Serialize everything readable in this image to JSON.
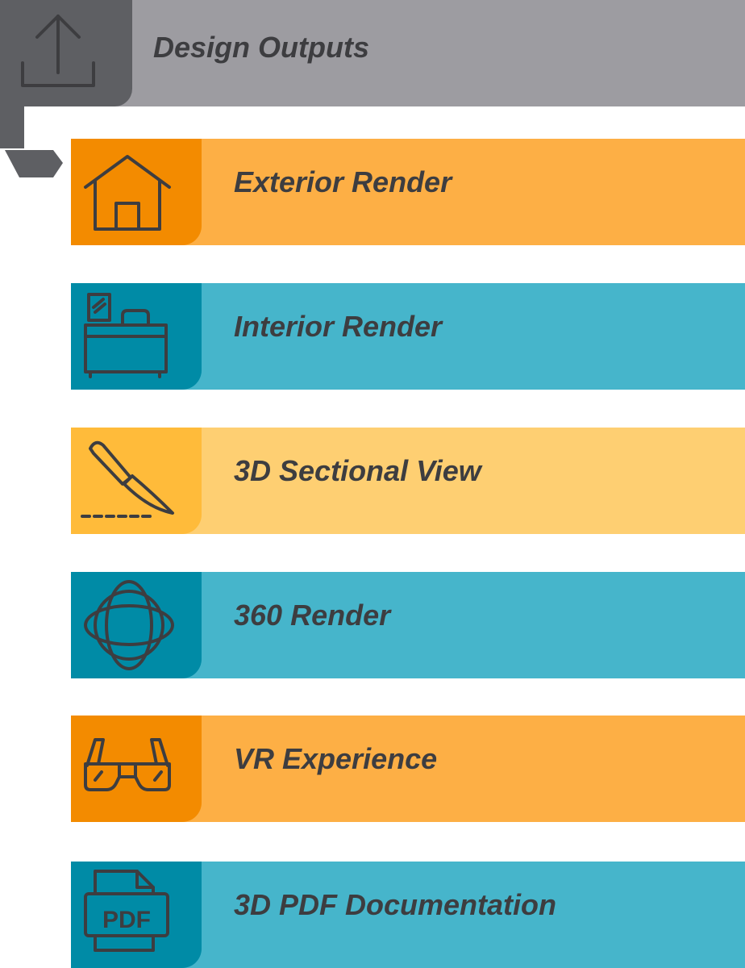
{
  "header": {
    "title": "Design Outputs",
    "icon": "upload-icon",
    "bar_color": "#9d9ca1",
    "icon_box_color": "#5e5f63"
  },
  "items": [
    {
      "label": "Exterior Render",
      "icon": "house-icon",
      "icon_bg": "#f38b00",
      "bar_bg": "#fdaf45"
    },
    {
      "label": "Interior Render",
      "icon": "desk-icon",
      "icon_bg": "#008ba6",
      "bar_bg": "#46b5cb"
    },
    {
      "label": "3D Sectional View",
      "icon": "knife-icon",
      "icon_bg": "#ffbb3a",
      "bar_bg": "#fecf72"
    },
    {
      "label": "360 Render",
      "icon": "orbit-icon",
      "icon_bg": "#008ba6",
      "bar_bg": "#46b5cb"
    },
    {
      "label": "VR Experience",
      "icon": "vr-glasses-icon",
      "icon_bg": "#f38b00",
      "bar_bg": "#fdaf45"
    },
    {
      "label": "3D PDF Documentation",
      "icon": "pdf-icon",
      "icon_text": "PDF",
      "icon_bg": "#008ba6",
      "bar_bg": "#46b5cb"
    }
  ]
}
